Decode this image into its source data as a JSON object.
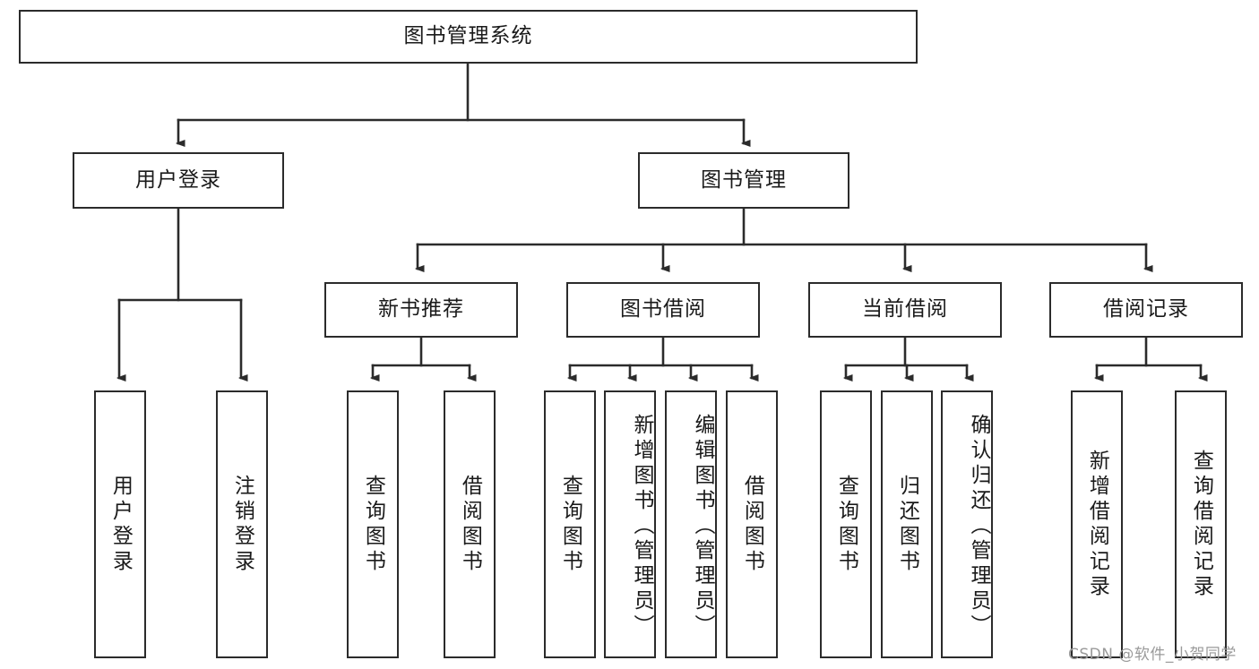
{
  "diagram": {
    "type": "tree",
    "title": "图书管理系统",
    "orientation": "top-down",
    "edge_style": "orthogonal-arrow",
    "colors": {
      "border": "#2b2b2b",
      "fill": "#ffffff",
      "text": "#1a1a1a",
      "edge": "#2b2b2b",
      "watermark": "#9a9a9a"
    },
    "root": {
      "label": "图书管理系统"
    },
    "level2": [
      {
        "id": "user-login",
        "label": "用户登录"
      },
      {
        "id": "book-manage",
        "label": "图书管理"
      }
    ],
    "level3": [
      {
        "id": "new-book-recommend",
        "label": "新书推荐",
        "parent": "book-manage"
      },
      {
        "id": "book-borrow",
        "label": "图书借阅",
        "parent": "book-manage"
      },
      {
        "id": "current-borrow",
        "label": "当前借阅",
        "parent": "book-manage"
      },
      {
        "id": "borrow-record",
        "label": "借阅记录",
        "parent": "book-manage"
      }
    ],
    "leaves": {
      "user_login": [
        {
          "id": "leaf-user-login",
          "label": "用户登录"
        },
        {
          "id": "leaf-user-logout",
          "label": "注销登录"
        }
      ],
      "new_book_recommend": [
        {
          "id": "leaf-query-book-1",
          "label": "查询图书"
        },
        {
          "id": "leaf-borrow-book-1",
          "label": "借阅图书"
        }
      ],
      "book_borrow": [
        {
          "id": "leaf-query-book-2",
          "label": "查询图书"
        },
        {
          "id": "leaf-add-book",
          "label": "新增图书（管理员）"
        },
        {
          "id": "leaf-edit-book",
          "label": "编辑图书（管理员）"
        },
        {
          "id": "leaf-borrow-book-2",
          "label": "借阅图书"
        }
      ],
      "current_borrow": [
        {
          "id": "leaf-query-book-3",
          "label": "查询图书"
        },
        {
          "id": "leaf-return-book",
          "label": "归还图书"
        },
        {
          "id": "leaf-confirm-return",
          "label": "确认归还（管理员）"
        }
      ],
      "borrow_record": [
        {
          "id": "leaf-add-record",
          "label": "新增借阅记录"
        },
        {
          "id": "leaf-query-record",
          "label": "查询借阅记录"
        }
      ]
    }
  },
  "watermark": {
    "text": "CSDN @软件_小贺同学"
  }
}
